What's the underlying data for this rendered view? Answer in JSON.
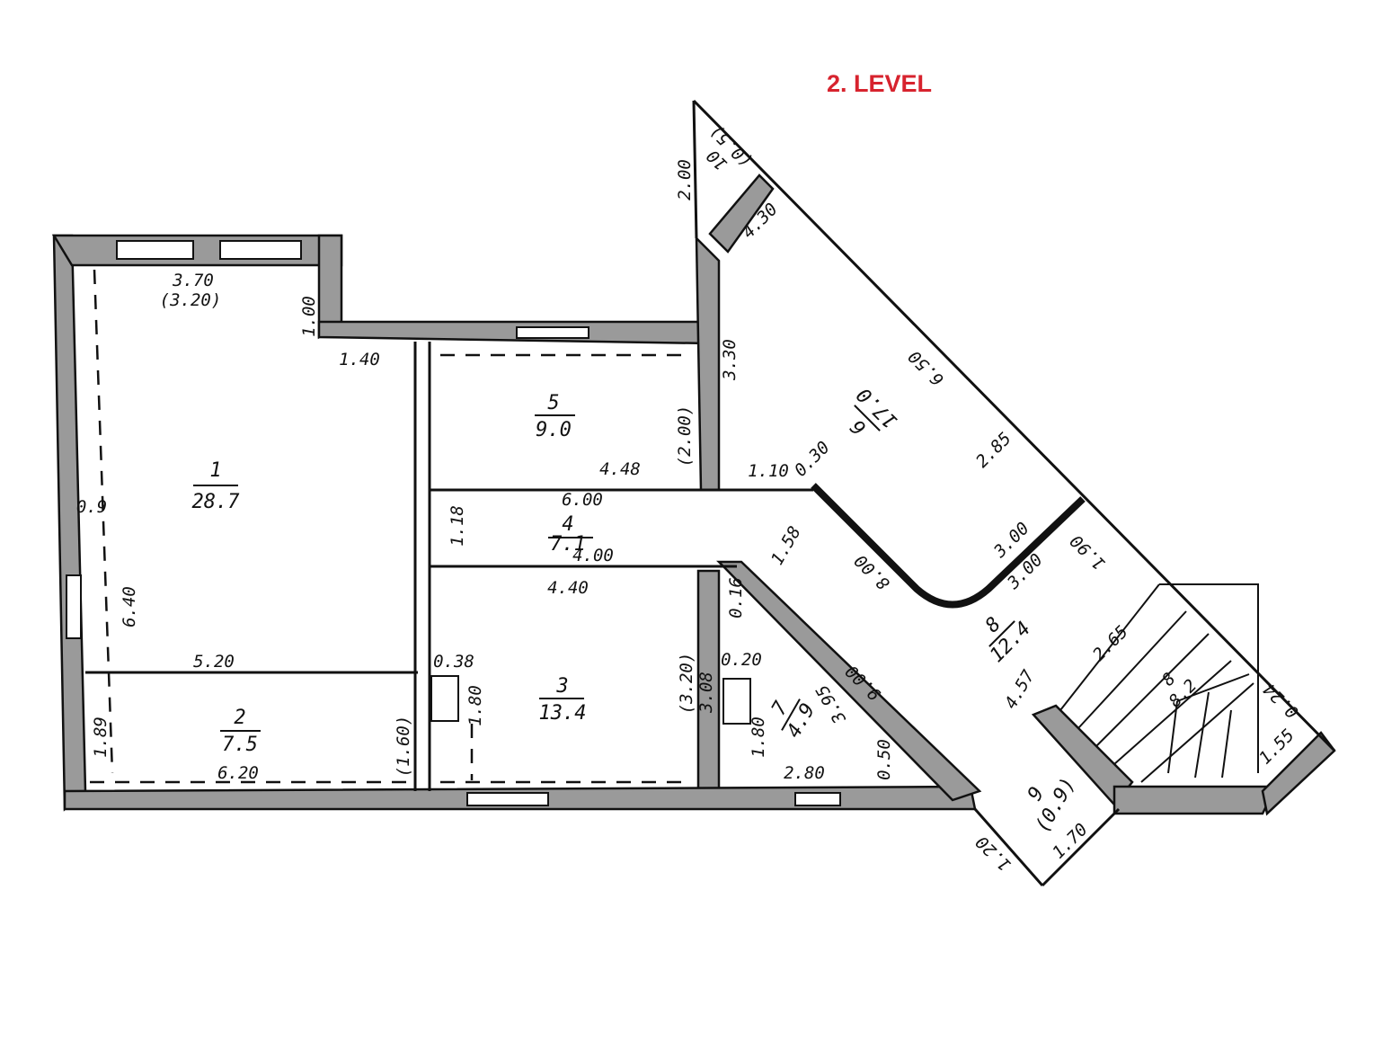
{
  "title": "2. LEVEL",
  "rooms": [
    {
      "number": "1",
      "area": "28.7"
    },
    {
      "number": "2",
      "area": "7.5"
    },
    {
      "number": "3",
      "area": "13.4"
    },
    {
      "number": "4",
      "area": "7.1"
    },
    {
      "number": "5",
      "area": "9.0"
    },
    {
      "number": "6",
      "area": "17.0"
    },
    {
      "number": "7",
      "area": "4.9"
    },
    {
      "number": "8",
      "area": "12.4"
    },
    {
      "number": "9",
      "area": "(0.9)"
    },
    {
      "number": "10",
      "area": "(0.5)"
    },
    {
      "number": "8",
      "area": "8.2"
    }
  ],
  "dimensions": {
    "d370": "3.70",
    "d320": "(3.20)",
    "d100": "1.00",
    "d140": "1.40",
    "d09": "0.9",
    "d640": "6.40",
    "d520": "5.20",
    "d189": "1.89",
    "d620": "6.20",
    "d160": "(1.60)",
    "d448": "4.48",
    "d200p": "(2.00)",
    "d600": "6.00",
    "d118": "1.18",
    "d400": "4.00",
    "d440": "4.40",
    "d038": "0.38",
    "d180a": "1.80",
    "d320p": "(3.20)",
    "d308": "3.08",
    "d020": "0.20",
    "d180b": "1.80",
    "d280": "2.80",
    "d016": "0.16",
    "d330": "3.30",
    "d200": "2.00",
    "d430": "4.30",
    "d650": "6.50",
    "d285": "2.85",
    "d110": "1.10",
    "d030": "0.30",
    "d158": "1.58",
    "d800": "8.00",
    "d300a": "3.00",
    "d300b": "3.00",
    "d190": "1.90",
    "d900": "9.00",
    "d395": "3.95",
    "d050": "0.50",
    "d457": "4.57",
    "d265": "2.65",
    "d024": "0.24",
    "d155": "1.55",
    "d120": "1.20",
    "d170": "1.70"
  }
}
